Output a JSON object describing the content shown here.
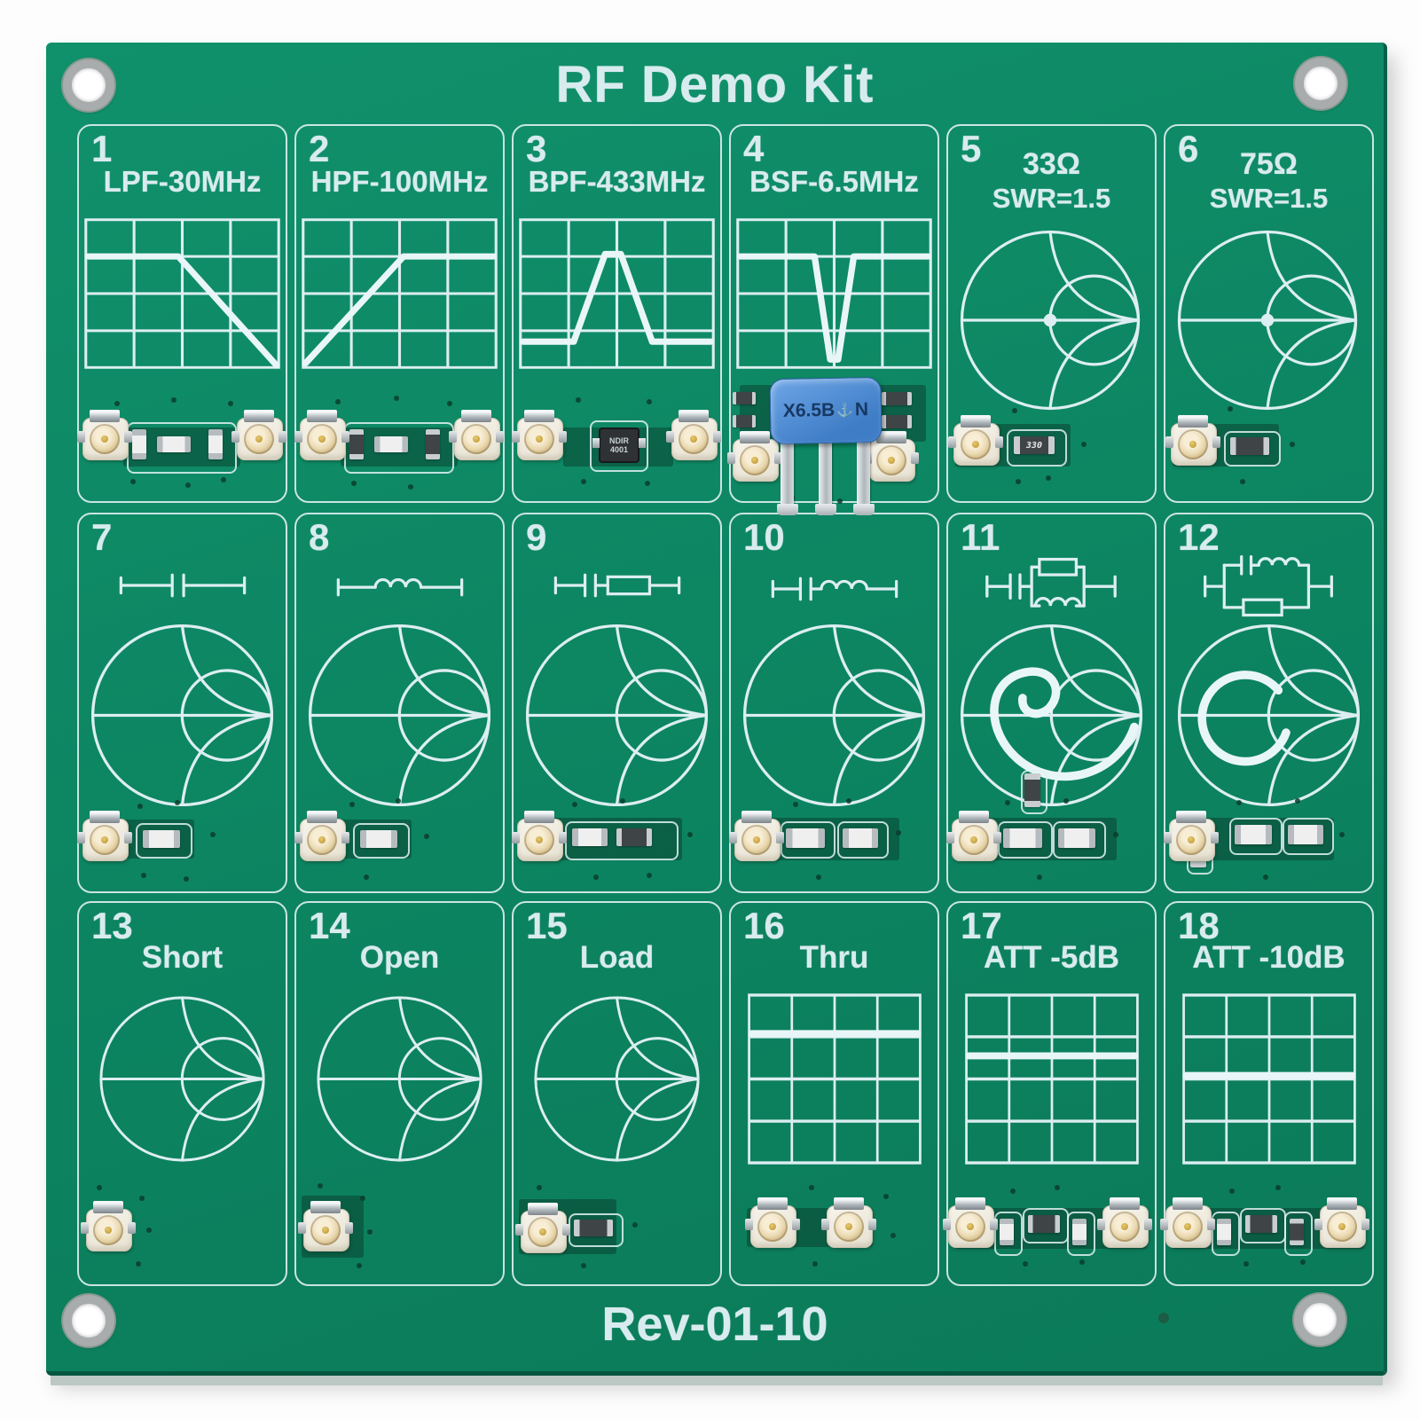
{
  "title": "RF Demo Kit",
  "revision": "Rev-01-10",
  "colors": {
    "board_green": "#0d8662",
    "silkscreen": "#dceef1",
    "filter_blue": "#4a86cd"
  },
  "cells": [
    {
      "num": "1",
      "label": "LPF-30MHz"
    },
    {
      "num": "2",
      "label": "HPF-100MHz"
    },
    {
      "num": "3",
      "label": "BPF-433MHz",
      "chip_line1": "NDIR",
      "chip_line2": "4001"
    },
    {
      "num": "4",
      "label": "BSF-6.5MHz",
      "filter_marking": "X6.5B",
      "filter_marking_suffix": "N"
    },
    {
      "num": "5",
      "label": "33Ω",
      "sublabel": "SWR=1.5",
      "resistor_marking": "330"
    },
    {
      "num": "6",
      "label": "75Ω",
      "sublabel": "SWR=1.5"
    },
    {
      "num": "7"
    },
    {
      "num": "8"
    },
    {
      "num": "9"
    },
    {
      "num": "10"
    },
    {
      "num": "11"
    },
    {
      "num": "12"
    },
    {
      "num": "13",
      "label": "Short"
    },
    {
      "num": "14",
      "label": "Open"
    },
    {
      "num": "15",
      "label": "Load"
    },
    {
      "num": "16",
      "label": "Thru"
    },
    {
      "num": "17",
      "label": "ATT -5dB"
    },
    {
      "num": "18",
      "label": "ATT -10dB"
    }
  ]
}
